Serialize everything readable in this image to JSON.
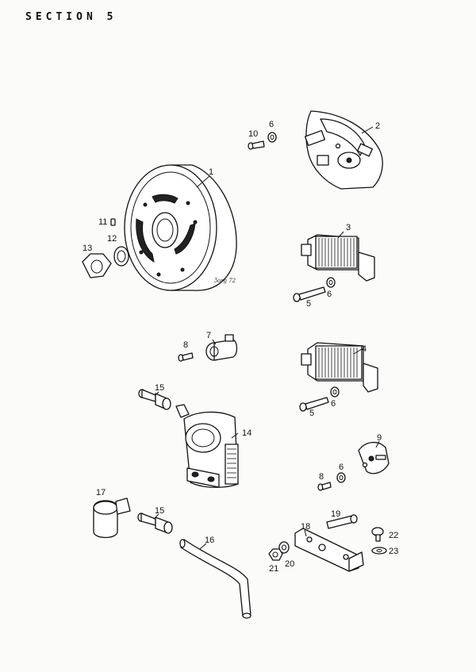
{
  "header": {
    "section_label": "SECTION 5"
  },
  "signature": {
    "text": "Ʒorg 72"
  },
  "parts": [
    {
      "label": "1"
    },
    {
      "label": "2"
    },
    {
      "label": "3"
    },
    {
      "label": "4"
    },
    {
      "label": "5"
    },
    {
      "label": "5"
    },
    {
      "label": "6"
    },
    {
      "label": "6"
    },
    {
      "label": "6"
    },
    {
      "label": "6"
    },
    {
      "label": "7"
    },
    {
      "label": "8"
    },
    {
      "label": "8"
    },
    {
      "label": "9"
    },
    {
      "label": "10"
    },
    {
      "label": "11"
    },
    {
      "label": "12"
    },
    {
      "label": "13"
    },
    {
      "label": "14"
    },
    {
      "label": "15"
    },
    {
      "label": "15"
    },
    {
      "label": "16"
    },
    {
      "label": "17"
    },
    {
      "label": "18"
    },
    {
      "label": "19"
    },
    {
      "label": "20"
    },
    {
      "label": "21"
    },
    {
      "label": "22"
    },
    {
      "label": "23"
    }
  ]
}
